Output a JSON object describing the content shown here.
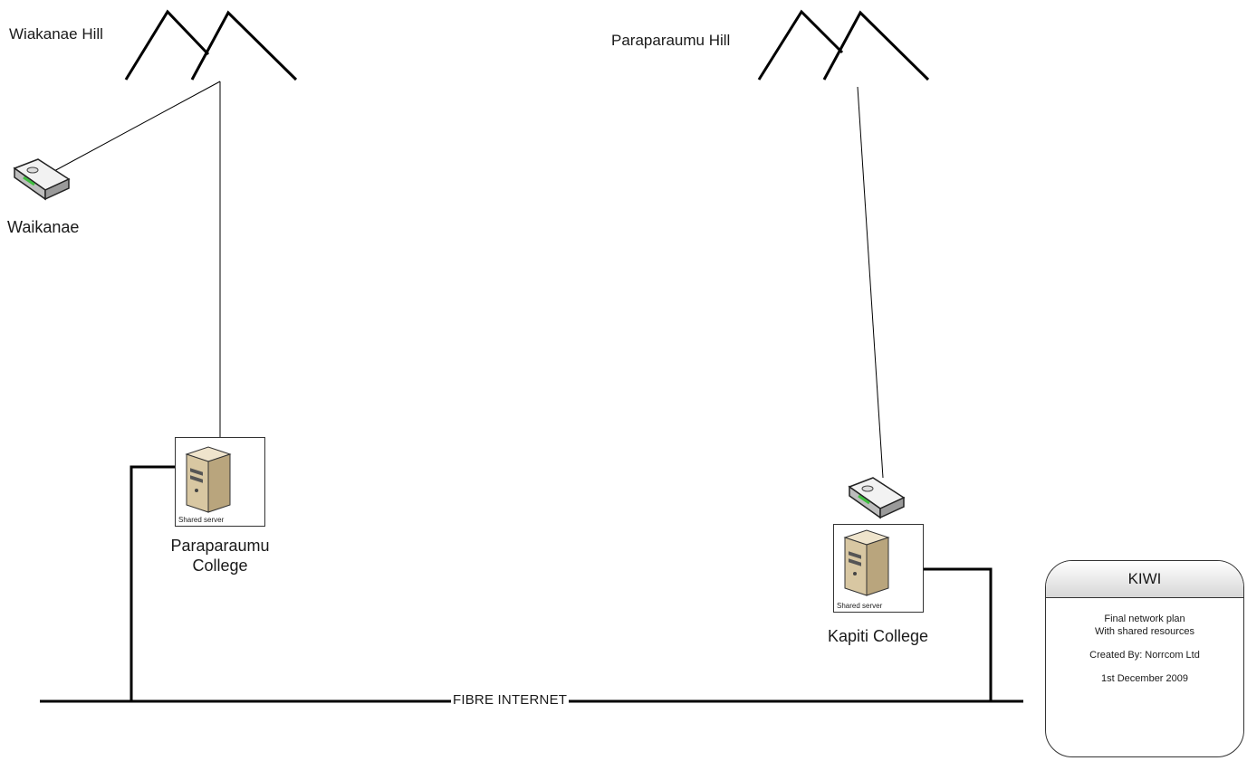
{
  "hills": [
    {
      "id": "wiakanae",
      "label": "Wiakanae Hill"
    },
    {
      "id": "paraparaumu",
      "label": "Paraparaumu Hill"
    }
  ],
  "nodes": {
    "waikanae": {
      "label": "Waikanae",
      "icon": "wireless-router-icon"
    },
    "paraparaumu_college": {
      "label_line1": "Paraparaumu",
      "label_line2": "College",
      "server_caption": "Shared server",
      "icon": "server-tower-icon"
    },
    "kapiti_college": {
      "label": "Kapiti College",
      "server_caption": "Shared server",
      "icon": "server-tower-icon",
      "router_icon": "wireless-router-icon"
    }
  },
  "backbone": {
    "label": "FIBRE INTERNET"
  },
  "legend": {
    "title": "KIWI",
    "line1": "Final network plan",
    "line2": "With shared resources",
    "line3": "Created By: Norrcom Ltd",
    "line4": "1st December 2009"
  },
  "colors": {
    "line": "#000000",
    "server_body": "#d8c7a2",
    "router_led": "#3fbf3f"
  }
}
